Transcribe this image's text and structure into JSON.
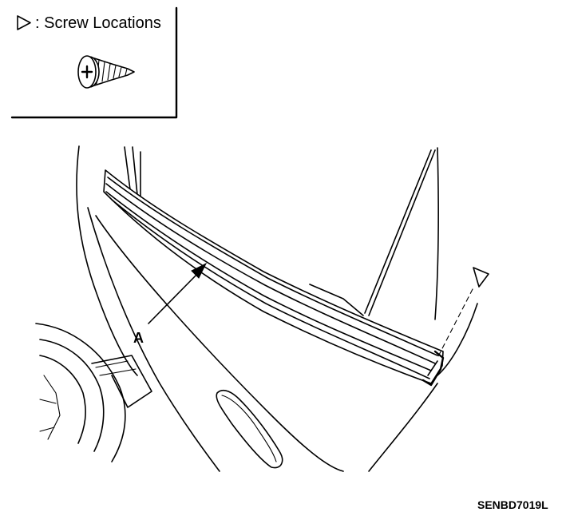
{
  "legend": {
    "text": ": Screw Locations",
    "symbol_icon": "open-triangle-marker",
    "screw_icon": "phillips-screw"
  },
  "callouts": {
    "a_label": "A"
  },
  "figure_code": "SENBD7019L"
}
